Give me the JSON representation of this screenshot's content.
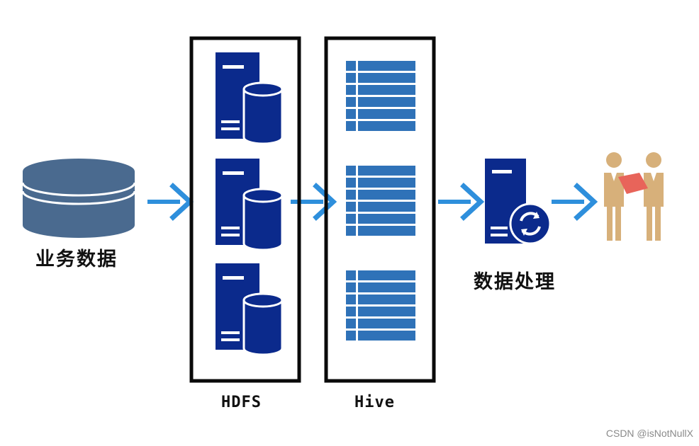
{
  "labels": {
    "business_data": "业务数据",
    "data_processing": "数据处理",
    "hdfs": "HDFS",
    "hive": "Hive"
  },
  "watermark": "CSDN @isNotNullX",
  "colors": {
    "frame": "#0a0a0a",
    "server": "#0b2a8c",
    "server_accent": "#ffffff",
    "table_row": "#2f72b8",
    "database": "#4a6a8f",
    "arrow": "#2e8fdc",
    "person": "#d7b07a",
    "document": "#e8645a"
  }
}
